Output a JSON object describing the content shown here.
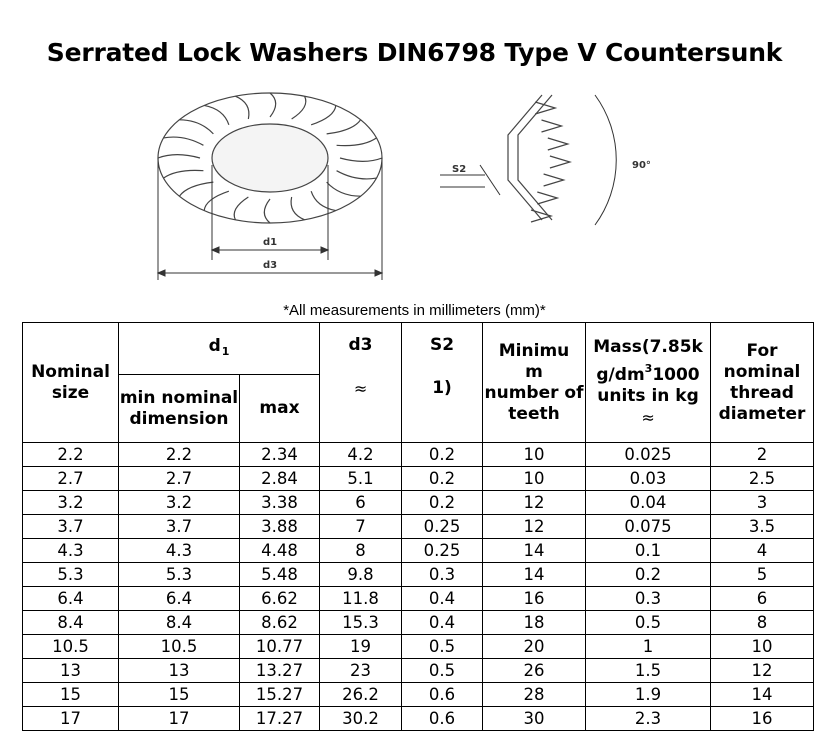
{
  "title": "Serrated Lock Washers DIN6798 Type V Countersunk",
  "drawing_labels": {
    "d1": "d1",
    "d3": "d3",
    "s2": "S2",
    "angle": "90°"
  },
  "note": "*All measurements in millimeters (mm)*",
  "headers": {
    "nominal_size": "Nominal size",
    "d1": "d",
    "d1_sub": "1",
    "d1_min": "min nominal dimension",
    "d1_max": "max",
    "d3": "d3",
    "d3_sym": "≈",
    "s2": "S2",
    "s2_note": "1)",
    "teeth_a": "Minimu",
    "teeth_b": "m",
    "teeth_c": "number of teeth",
    "mass_a": "Mass(7.85k",
    "mass_b": "g/dm",
    "mass_sup": "3",
    "mass_c": "1000",
    "mass_d": "units in kg",
    "mass_sym": "≈",
    "thread": "For nominal thread diameter"
  },
  "rows": [
    [
      "2.2",
      "2.2",
      "2.34",
      "4.2",
      "0.2",
      "10",
      "0.025",
      "2"
    ],
    [
      "2.7",
      "2.7",
      "2.84",
      "5.1",
      "0.2",
      "10",
      "0.03",
      "2.5"
    ],
    [
      "3.2",
      "3.2",
      "3.38",
      "6",
      "0.2",
      "12",
      "0.04",
      "3"
    ],
    [
      "3.7",
      "3.7",
      "3.88",
      "7",
      "0.25",
      "12",
      "0.075",
      "3.5"
    ],
    [
      "4.3",
      "4.3",
      "4.48",
      "8",
      "0.25",
      "14",
      "0.1",
      "4"
    ],
    [
      "5.3",
      "5.3",
      "5.48",
      "9.8",
      "0.3",
      "14",
      "0.2",
      "5"
    ],
    [
      "6.4",
      "6.4",
      "6.62",
      "11.8",
      "0.4",
      "16",
      "0.3",
      "6"
    ],
    [
      "8.4",
      "8.4",
      "8.62",
      "15.3",
      "0.4",
      "18",
      "0.5",
      "8"
    ],
    [
      "10.5",
      "10.5",
      "10.77",
      "19",
      "0.5",
      "20",
      "1",
      "10"
    ],
    [
      "13",
      "13",
      "13.27",
      "23",
      "0.5",
      "26",
      "1.5",
      "12"
    ],
    [
      "15",
      "15",
      "15.27",
      "26.2",
      "0.6",
      "28",
      "1.9",
      "14"
    ],
    [
      "17",
      "17",
      "17.27",
      "30.2",
      "0.6",
      "30",
      "2.3",
      "16"
    ]
  ]
}
